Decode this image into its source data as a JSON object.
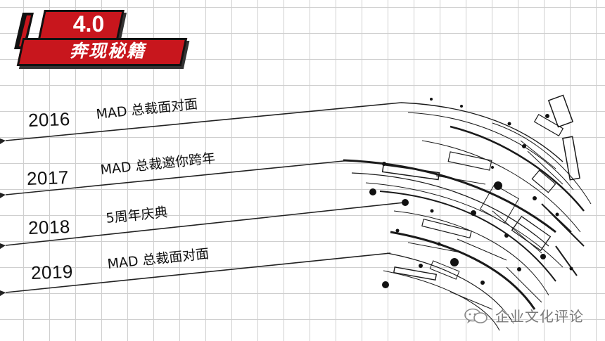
{
  "badge": {
    "number": "4.0",
    "title": "奔现秘籍",
    "color": "#c8161d"
  },
  "timeline": [
    {
      "year": "2016",
      "event": "MAD 总裁面对面"
    },
    {
      "year": "2017",
      "event": "MAD 总裁邀你跨年"
    },
    {
      "year": "2018",
      "event": "5周年庆典"
    },
    {
      "year": "2019",
      "event": "MAD 总裁面对面"
    }
  ],
  "watermark": {
    "text": "企业文化评论",
    "icon": "wechat-icon"
  }
}
